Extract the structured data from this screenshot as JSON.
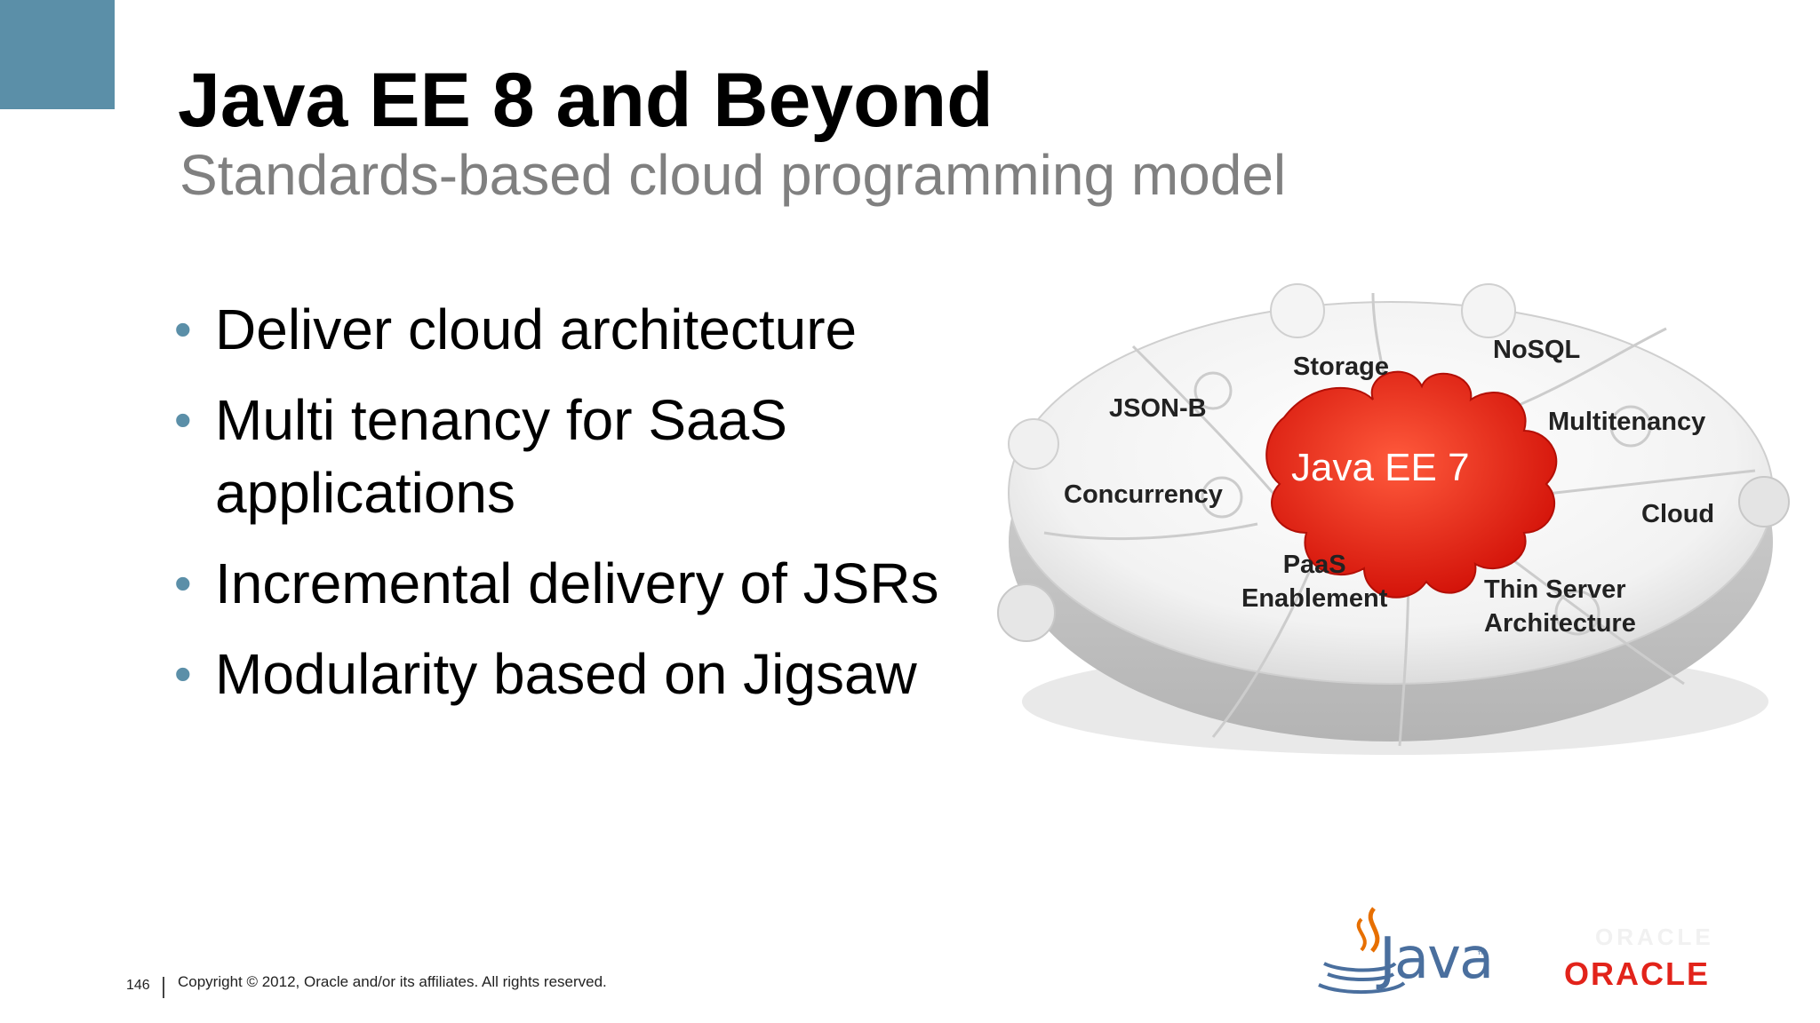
{
  "slide": {
    "title": "Java EE 8 and Beyond",
    "subtitle": "Standards-based cloud programming model",
    "bullets": [
      "Deliver cloud architecture",
      "Multi tenancy for SaaS\napplications",
      "Incremental delivery of JSRs",
      "Modularity based on Jigsaw"
    ],
    "bullet_symbol": "•"
  },
  "puzzle": {
    "center": "Java EE 7",
    "pieces": {
      "storage": "Storage",
      "nosql": "NoSQL",
      "jsonb": "JSON-B",
      "multitenancy": "Multitenancy",
      "concurrency": "Concurrency",
      "cloud": "Cloud",
      "paas": "PaaS\nEnablement",
      "thin_server": "Thin Server\nArchitecture"
    }
  },
  "footer": {
    "page_number": "146",
    "copyright": "Copyright © 2012, Oracle and/or its affiliates. All rights reserved.",
    "java_logo_text": "Java",
    "java_tm": "™",
    "oracle_logo_text": "ORACLE",
    "oracle_ghost_text": "ORACLE"
  },
  "colors": {
    "accent_blue": "#5b8fa8",
    "center_red": "#e8261b",
    "oracle_red": "#e2231a",
    "java_blue": "#4a6f9e"
  }
}
